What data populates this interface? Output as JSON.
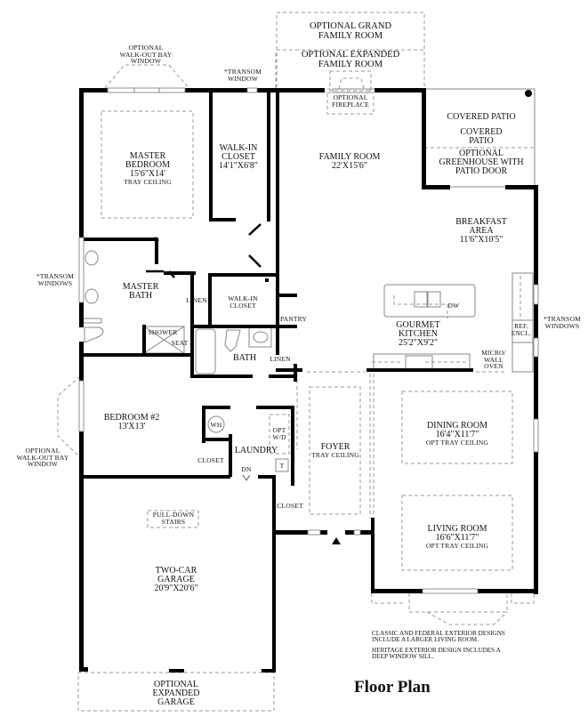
{
  "title": "Floor Plan",
  "rooms": {
    "optional_grand_family_room": [
      "OPTIONAL GRAND",
      "FAMILY ROOM"
    ],
    "optional_expanded_family_room": [
      "OPTIONAL EXPANDED",
      "FAMILY ROOM"
    ],
    "optional_fireplace": [
      "OPTIONAL",
      "FIREPLACE"
    ],
    "family_room": {
      "name": "FAMILY ROOM",
      "size": "22'X15'6\""
    },
    "master_bedroom": {
      "name": [
        "MASTER",
        "BEDROOM"
      ],
      "size": "15'6\"X14'",
      "ceiling": "TRAY CEILING"
    },
    "walk_in_closet_master": {
      "name": [
        "WALK-IN",
        "CLOSET"
      ],
      "size": "14'1\"X6'8\""
    },
    "covered_patio_1": "COVERED PATIO",
    "covered_patio_2": [
      "COVERED",
      "PATIO"
    ],
    "optional_greenhouse": [
      "OPTIONAL",
      "GREENHOUSE WITH",
      "PATIO DOOR"
    ],
    "breakfast_area": {
      "name": [
        "BREAKFAST",
        "AREA"
      ],
      "size": "11'6\"X10'5\""
    },
    "master_bath": [
      "MASTER",
      "BATH"
    ],
    "linen_1": "LINEN",
    "walk_in_closet_2": [
      "WALK-IN",
      "CLOSET"
    ],
    "pantry": "PANTRY",
    "shower": "SHOWER",
    "seat": "SEAT",
    "bath": "BATH",
    "linen_2": "LINEN",
    "dw": "DW",
    "gourmet_kitchen": {
      "name": [
        "GOURMET",
        "KITCHEN"
      ],
      "size": "25'2\"X9'2\""
    },
    "ref_encl": [
      "REF.",
      "ENCL."
    ],
    "micro_wall_oven": [
      "MICRO/",
      "WALL",
      "OVEN"
    ],
    "bedroom_2": {
      "name": "BEDROOM #2",
      "size": "13'X13'"
    },
    "wh": "WH",
    "closet_1": "CLOSET",
    "laundry": "LAUNDRY",
    "opt_wd": [
      "OPT",
      "W/D"
    ],
    "t": "T",
    "dn": "DN",
    "foyer": {
      "name": "FOYER",
      "ceiling": "TRAY CEILING"
    },
    "closet_2": "CLOSET",
    "dining_room": {
      "name": "DINING ROOM",
      "size": "16'4\"X11'7\"",
      "ceiling": "OPT TRAY CEILING"
    },
    "living_room": {
      "name": "LIVING ROOM",
      "size": "16'6\"X11'7\"",
      "ceiling": "OPT TRAY CEILING"
    },
    "pull_down_stairs": [
      "PULL-DOWN",
      "STAIRS"
    ],
    "garage": {
      "name": [
        "TWO-CAR",
        "GARAGE"
      ],
      "size": "20'9\"X20'6\""
    },
    "optional_expanded_garage": [
      "OPTIONAL",
      "EXPANDED",
      "GARAGE"
    ]
  },
  "callouts": {
    "master_bay_window": [
      "OPTIONAL",
      "WALK-OUT BAY",
      "WINDOW"
    ],
    "transom_window_top": [
      "*TRANSOM",
      "WINDOW"
    ],
    "transom_windows_left": [
      "*TRANSOM",
      "WINDOWS"
    ],
    "transom_windows_right": [
      "*TRANSOM",
      "WINDOWS"
    ],
    "bedroom2_bay_window": [
      "OPTIONAL",
      "WALK-OUT BAY",
      "WINDOW"
    ]
  },
  "notes": [
    [
      "CLASSIC AND FEDERAL EXTERIOR DESIGNS",
      "INCLUDE A LARGER LIVING ROOM."
    ],
    [
      "HERITAGE EXTERIOR DESIGN INCLUDES A",
      "DEEP WINDOW SILL."
    ]
  ]
}
